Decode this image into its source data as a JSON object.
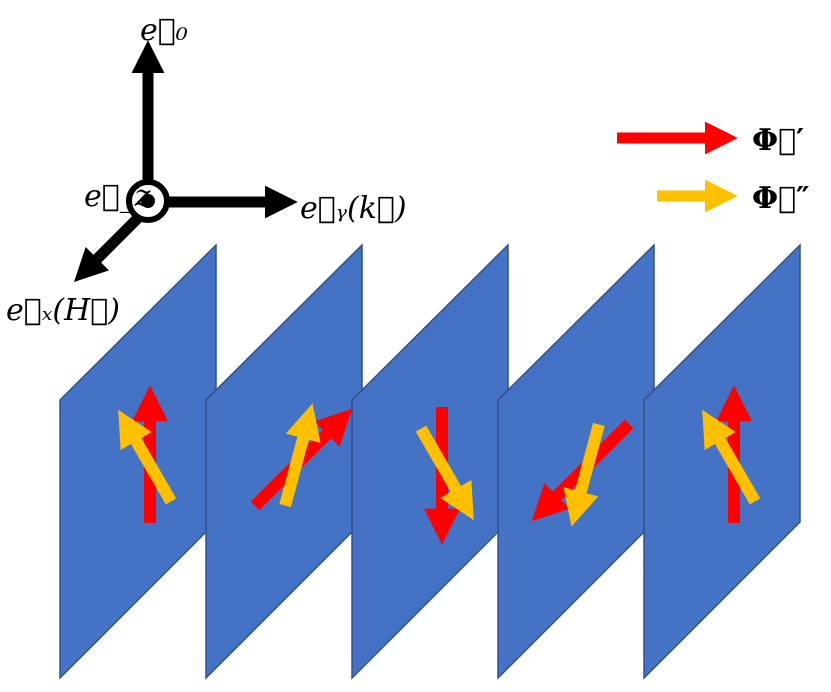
{
  "axes": {
    "up_label": "e⃗₀",
    "right_label": "e⃗ᵧ(k⃗)",
    "diag_label": "e⃗ₓ(H⃗)",
    "out_label": "e⃗_z",
    "up_icon": "arrow-up-icon",
    "right_icon": "arrow-right-icon",
    "diag_icon": "arrow-down-left-icon",
    "out_icon": "circle-dot-icon"
  },
  "legend": {
    "items": [
      {
        "label": "Φ⃗′",
        "color": "#ff0000"
      },
      {
        "label": "Φ⃗″",
        "color": "#ffc000"
      }
    ]
  },
  "colors": {
    "plane": "#4472c4",
    "plane_edge": "#2f528f",
    "phi_prime": "#ff0000",
    "phi_double_prime": "#ffc000",
    "axis": "#000000"
  },
  "planes": [
    {
      "red_angle_deg": 0,
      "yellow_angle_deg": -30
    },
    {
      "red_angle_deg": 45,
      "yellow_angle_deg": 15
    },
    {
      "red_angle_deg": 180,
      "yellow_angle_deg": 150
    },
    {
      "red_angle_deg": 225,
      "yellow_angle_deg": 195
    },
    {
      "red_angle_deg": 0,
      "yellow_angle_deg": -30
    }
  ]
}
